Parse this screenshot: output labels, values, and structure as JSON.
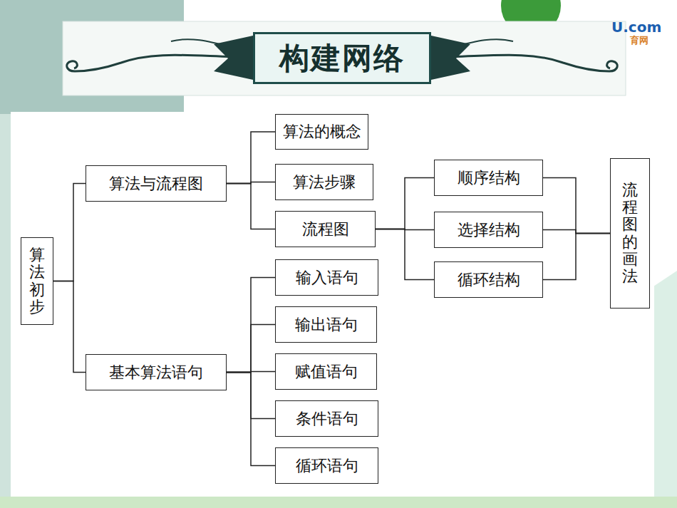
{
  "diagram": {
    "title": "构建网络",
    "nodes": [
      {
        "text": [
          "算法初步"
        ]
      },
      {
        "text": [
          "算法与流程图"
        ]
      },
      {
        "text": [
          "算法的概念"
        ]
      },
      {
        "text": [
          "算法步骤"
        ]
      },
      {
        "text": [
          "流程图"
        ]
      },
      {
        "text": [
          "顺序结构"
        ]
      },
      {
        "text": [
          "选择结构"
        ]
      },
      {
        "text": [
          "循环结构"
        ]
      },
      {
        "text": [
          "流程图的画法"
        ]
      },
      {
        "text": [
          "基本算法语句"
        ]
      },
      {
        "text": [
          "输入语句"
        ]
      },
      {
        "text": [
          "输出语句"
        ]
      },
      {
        "text": [
          "赋值语句"
        ]
      },
      {
        "text": [
          "条件语句"
        ]
      },
      {
        "text": [
          "循环语句"
        ]
      }
    ],
    "edges": [
      {
        "from": 0,
        "to": 1,
        "arrow": "none"
      },
      {
        "from": 0,
        "to": 9,
        "arrow": "none"
      },
      {
        "from": 1,
        "to": 2,
        "arrow": "none"
      },
      {
        "from": 1,
        "to": 3,
        "arrow": "none"
      },
      {
        "from": 1,
        "to": 4,
        "arrow": "none"
      },
      {
        "from": 4,
        "to": 5,
        "arrow": "none"
      },
      {
        "from": 4,
        "to": 6,
        "arrow": "none"
      },
      {
        "from": 4,
        "to": 7,
        "arrow": "none"
      },
      {
        "from": 5,
        "to": 8,
        "arrow": "none"
      },
      {
        "from": 6,
        "to": 8,
        "arrow": "none"
      },
      {
        "from": 7,
        "to": 8,
        "arrow": "none"
      },
      {
        "from": 9,
        "to": 10,
        "arrow": "none"
      },
      {
        "from": 9,
        "to": 11,
        "arrow": "none"
      },
      {
        "from": 9,
        "to": 12,
        "arrow": "none"
      },
      {
        "from": 9,
        "to": 13,
        "arrow": "none"
      },
      {
        "from": 9,
        "to": 14,
        "arrow": "none"
      }
    ],
    "labels": [
      "U.com",
      "育网"
    ]
  }
}
